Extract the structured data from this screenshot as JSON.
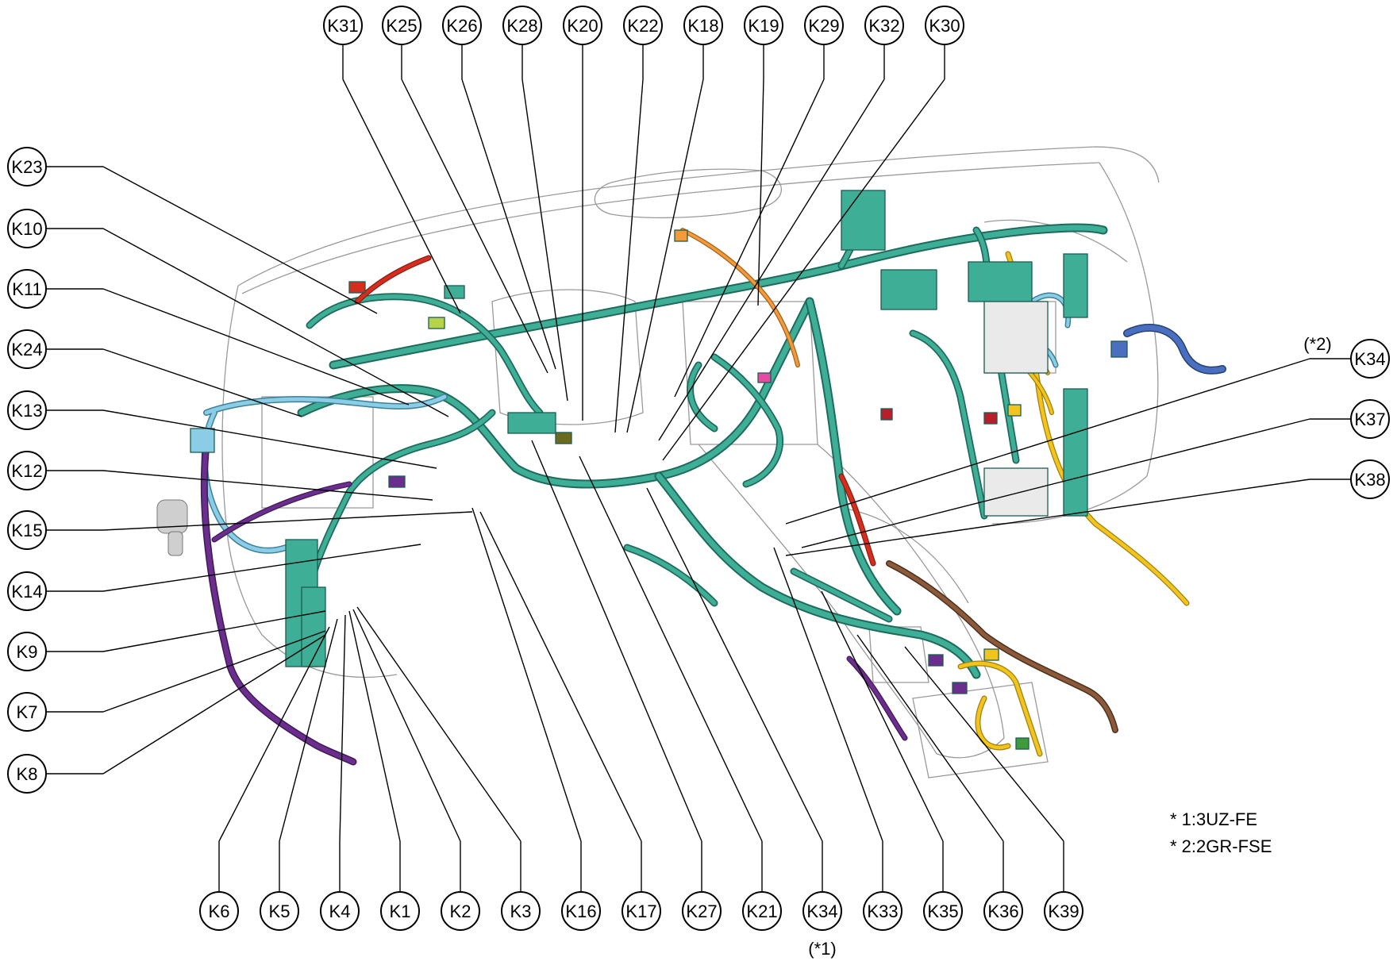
{
  "colors": {
    "teal": "#3fae96",
    "teal_dark": "#1d6b5c",
    "light_blue": "#8ccde6",
    "purple": "#6b2d8e",
    "yellow": "#f2c41c",
    "orange": "#f39b3a",
    "red": "#d62e1e",
    "brown": "#8a5a3a",
    "blue": "#4a6fc0",
    "gray": "#cfcfcf",
    "lime": "#b7d34a",
    "pink": "#e64aa3",
    "dark_red": "#b81f2a",
    "olive": "#6b6a1e",
    "green": "#3f9a3a"
  },
  "callouts": {
    "top": [
      "K31",
      "K25",
      "K26",
      "K28",
      "K20",
      "K22",
      "K18",
      "K19",
      "K29",
      "K32",
      "K30"
    ],
    "left": [
      "K23",
      "K10",
      "K11",
      "K24",
      "K13",
      "K12",
      "K15",
      "K14",
      "K9",
      "K7",
      "K8"
    ],
    "right": [
      "K34",
      "K37",
      "K38"
    ],
    "bottom": [
      "K6",
      "K5",
      "K4",
      "K1",
      "K2",
      "K3",
      "K16",
      "K17",
      "K27",
      "K21",
      "K34",
      "K33",
      "K35",
      "K36",
      "K39"
    ]
  },
  "notes": {
    "right_k34_mark": "(*2)",
    "bottom_k34_mark": "(*1)",
    "footnote_1": "* 1:3UZ-FE",
    "footnote_2": "* 2:2GR-FSE"
  }
}
